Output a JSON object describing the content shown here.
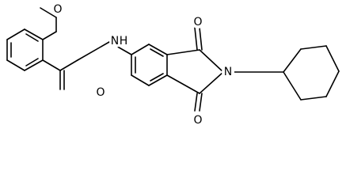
{
  "atoms": {
    "methoxy_oxygen": "O",
    "amide_nitrogen": "N",
    "amide_hydrogen": "H",
    "carbonyl_oxygen": "O",
    "imide_nitrogen": "N",
    "imide_oxygen_top": "O",
    "imide_oxygen_bottom": "O"
  },
  "colors": {
    "bond": "#000000",
    "label": "#000000",
    "background": "#ffffff"
  }
}
